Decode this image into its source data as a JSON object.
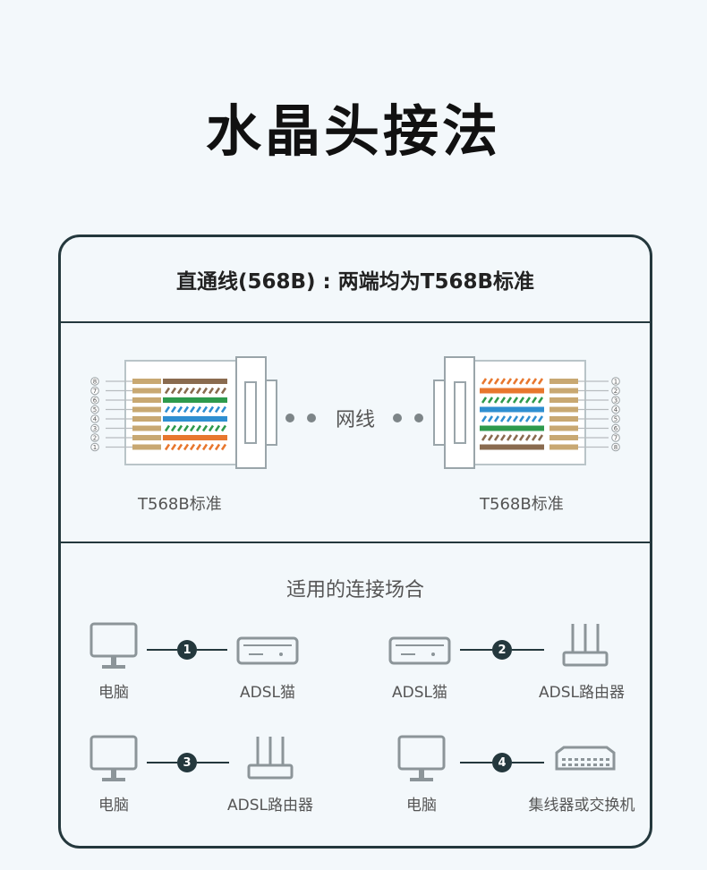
{
  "title": "水晶头接法",
  "card": {
    "header": "直通线(568B) : 两端均为T568B标准",
    "left_std": "T568B标准",
    "right_std": "T568B标准",
    "cable_label": "网线",
    "pins_left": [
      "8",
      "7",
      "6",
      "5",
      "4",
      "3",
      "2",
      "1"
    ],
    "pins_right": [
      "1",
      "2",
      "3",
      "4",
      "5",
      "6",
      "7",
      "8"
    ],
    "uses_title": "适用的连接场合",
    "connections": [
      {
        "num": "1",
        "from": "电脑",
        "to": "ADSL猫"
      },
      {
        "num": "2",
        "from": "ADSL猫",
        "to": "ADSL路由器"
      },
      {
        "num": "3",
        "from": "电脑",
        "to": "ADSL路由器"
      },
      {
        "num": "4",
        "from": "电脑",
        "to": "集线器或交换机"
      }
    ]
  },
  "colors": {
    "frame": "#24383d",
    "orange": "#e8772e",
    "green": "#2e9a4c",
    "blue": "#2f8fd1",
    "brown": "#8a6b4f",
    "gold": "#c8a872"
  }
}
